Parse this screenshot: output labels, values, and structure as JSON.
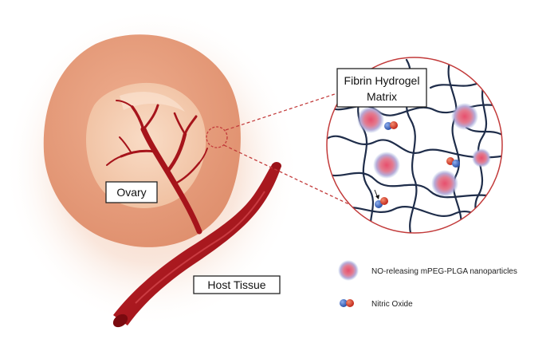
{
  "labels": {
    "hydrogel_line1": "Fibrin Hydrogel",
    "hydrogel_line2": "Matrix",
    "ovary": "Ovary",
    "host_tissue": "Host Tissue"
  },
  "legend": {
    "nanoparticle": "NO-releasing mPEG-PLGA nanoparticles",
    "nitric_oxide": "Nitric Oxide"
  },
  "colors": {
    "tissue_glow": "#f6d2c0",
    "ovary_outer": "#e7a080",
    "ovary_inner": "#f4c9ad",
    "vessel": "#b0151b",
    "vessel_dark": "#7e0b10",
    "zoom_circle": "#c23a3a",
    "fiber": "#1f2d4a",
    "nanoparticle_core": "#e25a72",
    "nanoparticle_halo": "#8aa6d6",
    "no_red": "#d63b2c",
    "no_blue": "#3d67c4"
  }
}
